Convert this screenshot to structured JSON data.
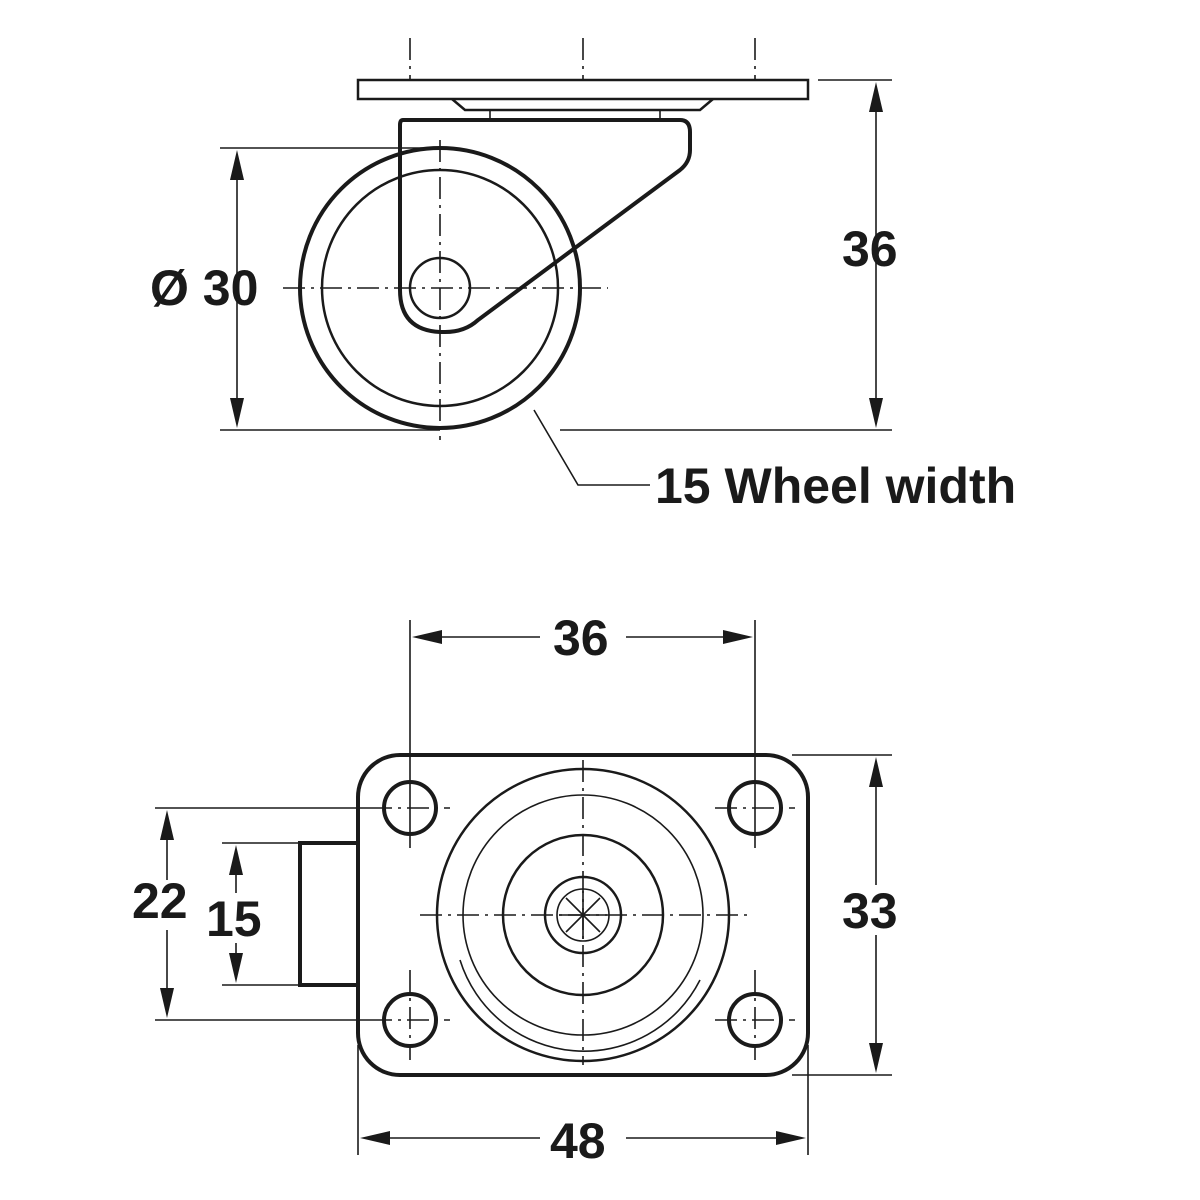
{
  "side_view": {
    "diameter_label": "Ø 30",
    "height_label": "36",
    "wheel_width_label": "15 Wheel width"
  },
  "plan_view": {
    "hole_spacing_label": "36",
    "plate_width_label": "48",
    "plate_depth_label": "33",
    "outer_dim_label": "22",
    "inner_dim_label": "15"
  }
}
